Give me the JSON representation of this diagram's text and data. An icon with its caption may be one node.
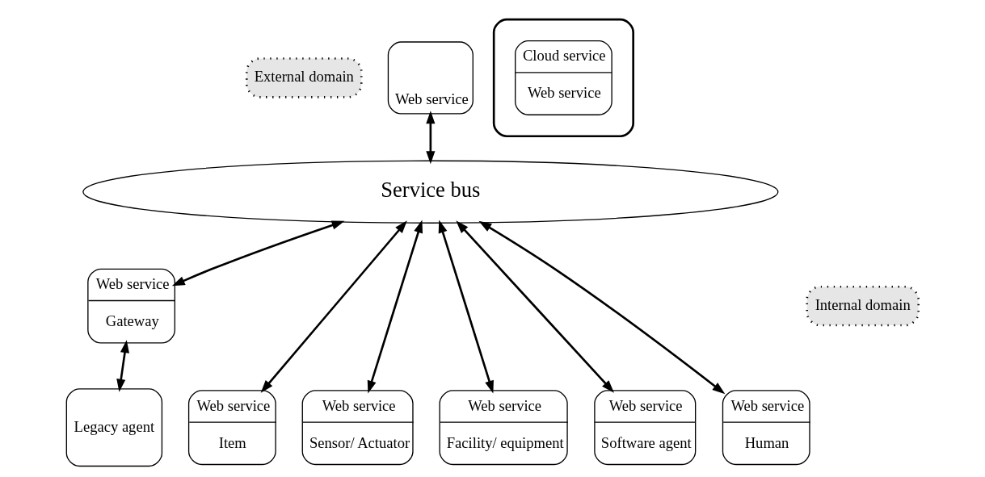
{
  "diagram": {
    "nodes": [
      {
        "text": [
          "External domain"
        ]
      },
      {
        "text": [
          "Web service"
        ]
      },
      {
        "text": [],
        "shape": "cloud"
      },
      {
        "text": [
          "Cloud service",
          "Web service"
        ],
        "in": 2
      },
      {
        "text": [
          "Service bus"
        ]
      },
      {
        "text": [
          "Internal domain"
        ]
      },
      {
        "text": [
          "Web service",
          "Gateway"
        ]
      },
      {
        "text": [
          "Web service",
          "Item"
        ]
      },
      {
        "text": [
          "Web service",
          "Sensor/ Actuator"
        ]
      },
      {
        "text": [
          "Web service",
          "Facility/ equipment"
        ]
      },
      {
        "text": [
          "Web service",
          "Software agent"
        ]
      },
      {
        "text": [
          "Web service",
          "Human"
        ]
      },
      {
        "text": [
          "Legacy agent"
        ]
      }
    ],
    "edges": [
      {
        "from": 1,
        "to": 4,
        "arrow": "both"
      },
      {
        "from": 4,
        "to": 7,
        "arrow": "both"
      },
      {
        "from": 4,
        "to": 8,
        "arrow": "both"
      },
      {
        "from": 4,
        "to": 9,
        "arrow": "both"
      },
      {
        "from": 4,
        "to": 10,
        "arrow": "both"
      },
      {
        "from": 4,
        "to": 11,
        "arrow": "both"
      },
      {
        "from": 4,
        "to": 6,
        "arrow": "both"
      },
      {
        "from": 6,
        "to": 12,
        "arrow": "both"
      }
    ]
  }
}
